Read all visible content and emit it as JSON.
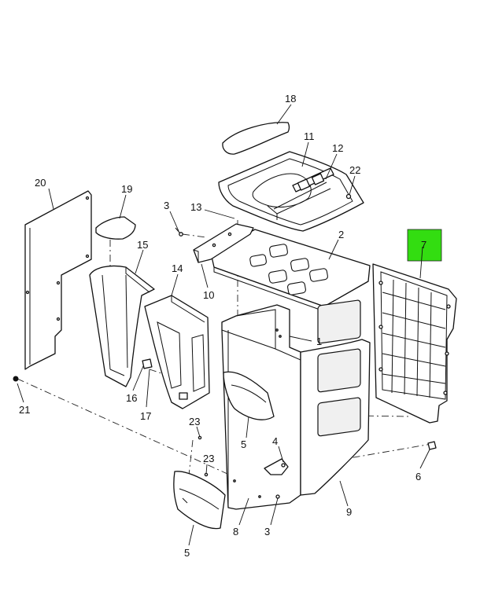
{
  "diagram": {
    "highlight_color": "#33dd11",
    "callouts": {
      "c1": "1",
      "c2": "2",
      "c3a": "3",
      "c3b": "3",
      "c4": "4",
      "c5a": "5",
      "c5b": "5",
      "c6": "6",
      "c7": "7",
      "c8": "8",
      "c9": "9",
      "c10": "10",
      "c11": "11",
      "c12": "12",
      "c13": "13",
      "c14": "14",
      "c15": "15",
      "c16": "16",
      "c17": "17",
      "c18": "18",
      "c19": "19",
      "c20": "20",
      "c21": "21",
      "c22": "22",
      "c23a": "23",
      "c23b": "23"
    }
  }
}
